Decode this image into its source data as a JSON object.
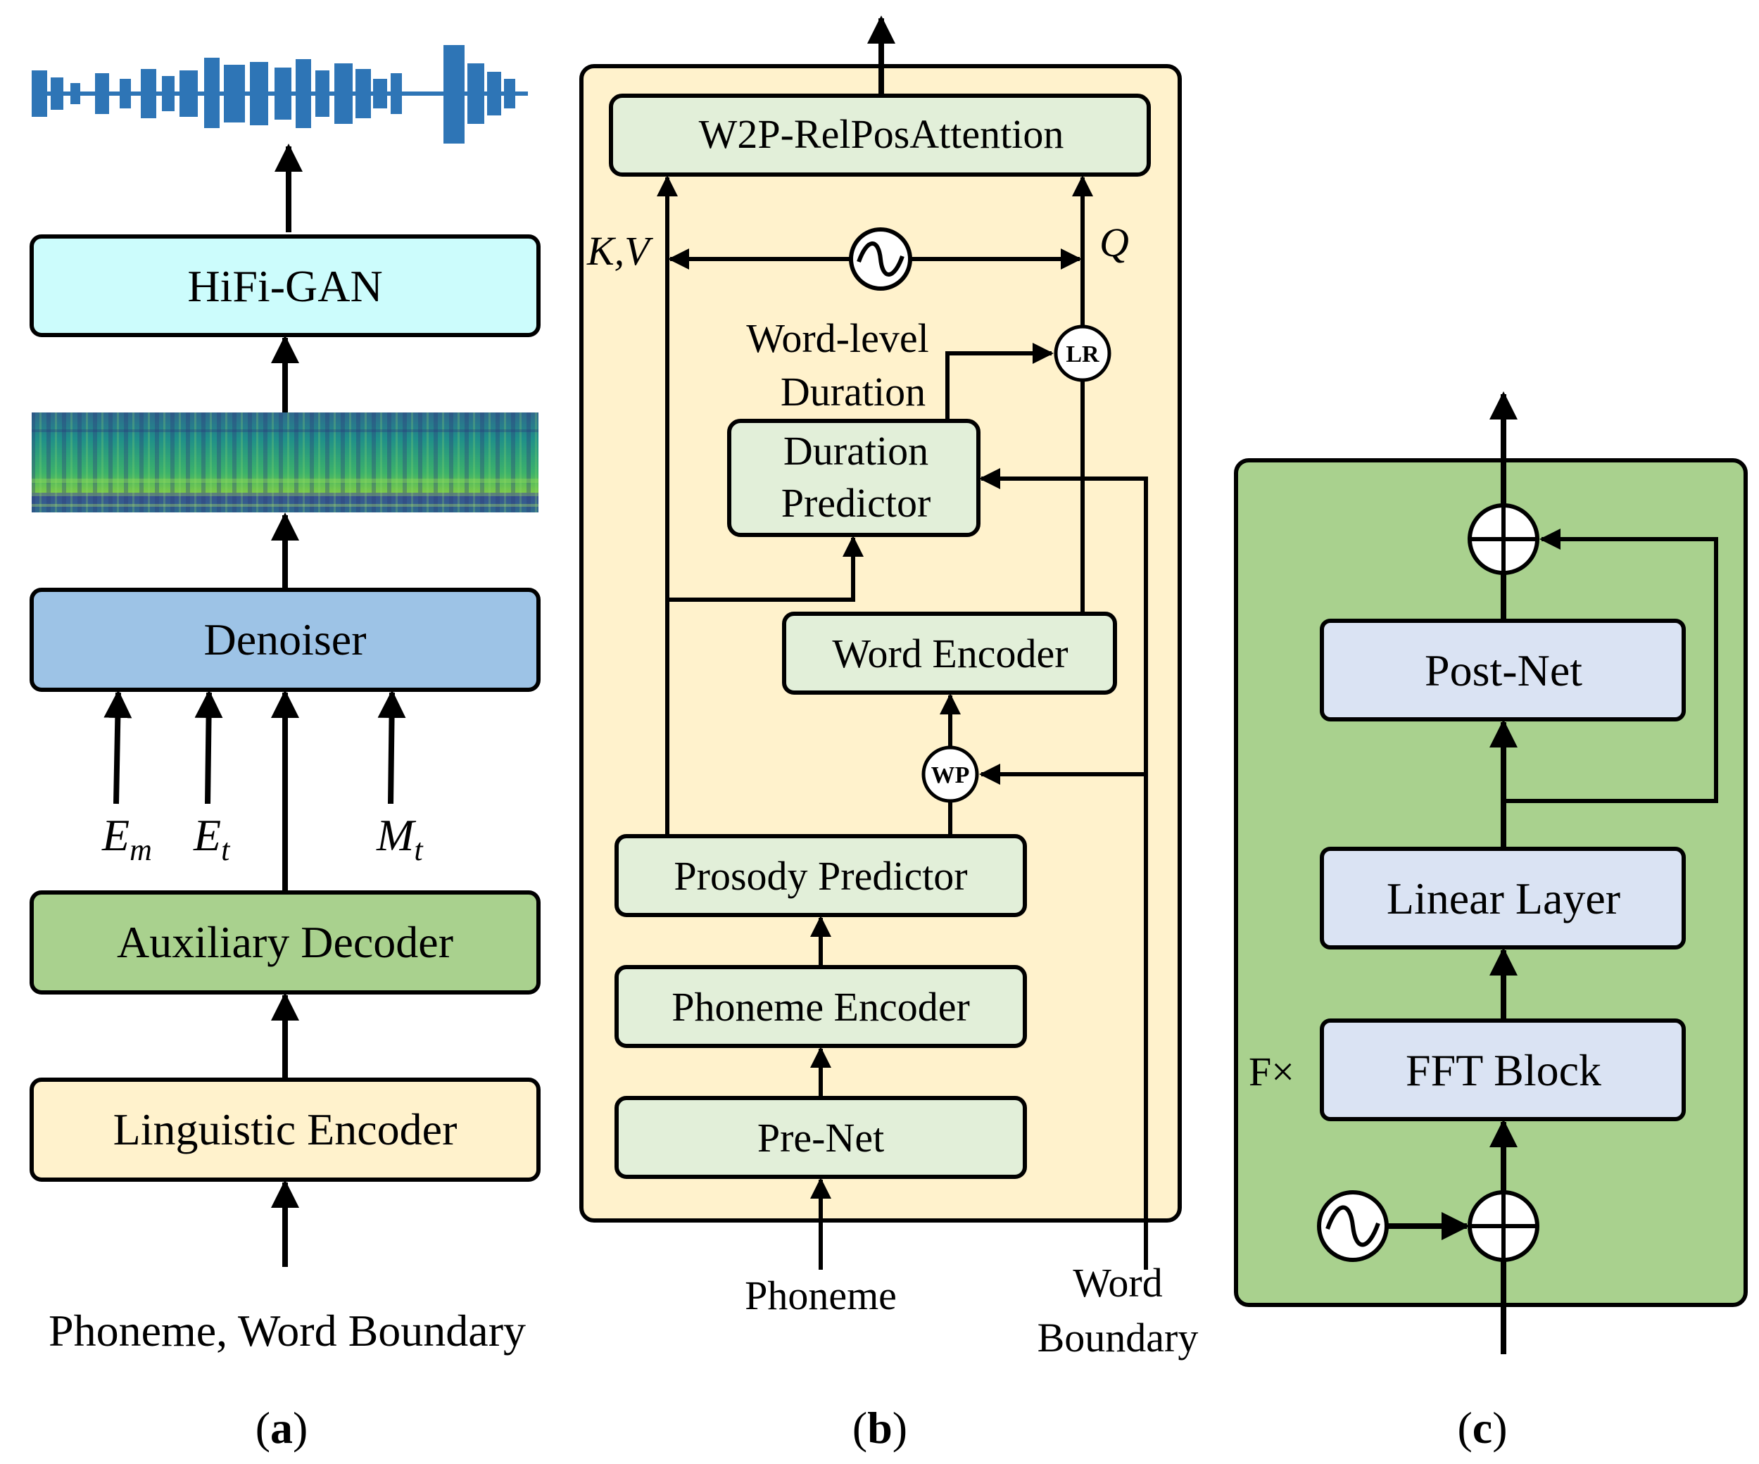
{
  "panel_a": {
    "hifigan": "HiFi-GAN",
    "denoiser": "Denoiser",
    "em_main": "E",
    "em_sub": "m",
    "et_main": "E",
    "et_sub": "t",
    "mt_main": "M",
    "mt_sub": "t",
    "aux_decoder": "Auxiliary Decoder",
    "ling_encoder": "Linguistic Encoder",
    "input": "Phoneme, Word Boundary",
    "caption_paren_open": "(",
    "caption_letter": "a",
    "caption_paren_close": ")"
  },
  "panel_b": {
    "w2p": "W2P-RelPosAttention",
    "kv": "K,V",
    "q": "Q",
    "word_level_1": "Word-level",
    "word_level_2": "Duration",
    "lr": "LR",
    "dur_pred_1": "Duration",
    "dur_pred_2": "Predictor",
    "word_encoder": "Word Encoder",
    "wp": "WP",
    "prosody": "Prosody Predictor",
    "phoneme_encoder": "Phoneme Encoder",
    "prenet": "Pre-Net",
    "input_phoneme": "Phoneme",
    "input_word_1": "Word",
    "input_word_2": "Boundary",
    "caption_paren_open": "(",
    "caption_letter": "b",
    "caption_paren_close": ")"
  },
  "panel_c": {
    "postnet": "Post-Net",
    "linear": "Linear Layer",
    "fft": "FFT Block",
    "repeat": "F×",
    "caption_paren_open": "(",
    "caption_letter": "c",
    "caption_paren_close": ")"
  },
  "colors": {
    "hifigan_fill": "#ccfcfc",
    "denoiser_fill": "#9dc3e6",
    "aux_fill": "#a9d18e",
    "ling_fill": "#fff2cc",
    "panel_b_bg": "#fff2cc",
    "panel_b_box": "#e2efd9",
    "panel_c_bg": "#a9d18e",
    "panel_c_box": "#dae3f3",
    "waveform": "#2e75b6"
  }
}
